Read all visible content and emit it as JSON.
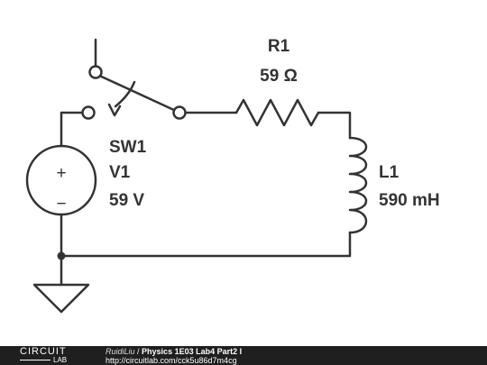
{
  "components": {
    "switch": {
      "name": "SW1"
    },
    "source": {
      "name": "V1",
      "value": "59 V",
      "plus": "+",
      "minus": "−"
    },
    "resistor": {
      "name": "R1",
      "value": "59 Ω"
    },
    "inductor": {
      "name": "L1",
      "value": "590 mH"
    }
  },
  "footer": {
    "logo_top": "CIRCUIT",
    "logo_bottom": "LAB",
    "author": "RuidiLiu",
    "separator": " / ",
    "title": "Physics 1E03 Lab4 Part2 I",
    "url": "http://circuitlab.com/cck5u86d7m4cg"
  },
  "colors": {
    "wire": "#333333",
    "footer_bg": "#1f1f1f"
  }
}
